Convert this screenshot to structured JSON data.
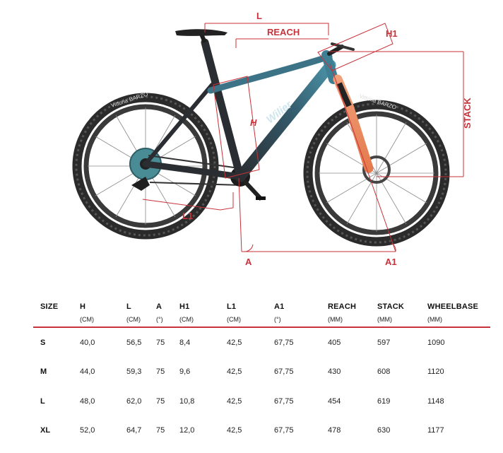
{
  "diagram": {
    "brand_on_frame": "Wilier",
    "tire_text": "Vittoria BARZO",
    "labels": {
      "L": "L",
      "REACH": "REACH",
      "H1": "H1",
      "STACK": "STACK",
      "H": "H",
      "L1": "L1",
      "A": "A",
      "A1": "A1"
    },
    "colors": {
      "dimension_line": "#c8323a",
      "frame_top": "#3f7f94",
      "frame_dark": "#2a2d31",
      "fork": "#e8855a",
      "tire": "#2b2b2b"
    }
  },
  "table": {
    "headers": [
      {
        "label": "SIZE",
        "unit": ""
      },
      {
        "label": "H",
        "unit": "(CM)"
      },
      {
        "label": "L",
        "unit": "(CM)"
      },
      {
        "label": "A",
        "unit": "(°)"
      },
      {
        "label": "H1",
        "unit": "(CM)"
      },
      {
        "label": "L1",
        "unit": "(CM)"
      },
      {
        "label": "A1",
        "unit": "(°)"
      },
      {
        "label": "REACH",
        "unit": "(MM)"
      },
      {
        "label": "STACK",
        "unit": "(MM)"
      },
      {
        "label": "WHEELBASE",
        "unit": "(MM)"
      }
    ],
    "rows": [
      [
        "S",
        "40,0",
        "56,5",
        "75",
        "8,4",
        "42,5",
        "67,75",
        "405",
        "597",
        "1090"
      ],
      [
        "M",
        "44,0",
        "59,3",
        "75",
        "9,6",
        "42,5",
        "67,75",
        "430",
        "608",
        "1120"
      ],
      [
        "L",
        "48,0",
        "62,0",
        "75",
        "10,8",
        "42,5",
        "67,75",
        "454",
        "619",
        "1148"
      ],
      [
        "XL",
        "52,0",
        "64,7",
        "75",
        "12,0",
        "42,5",
        "67,75",
        "478",
        "630",
        "1177"
      ]
    ],
    "rule_color": "#c8323a"
  }
}
